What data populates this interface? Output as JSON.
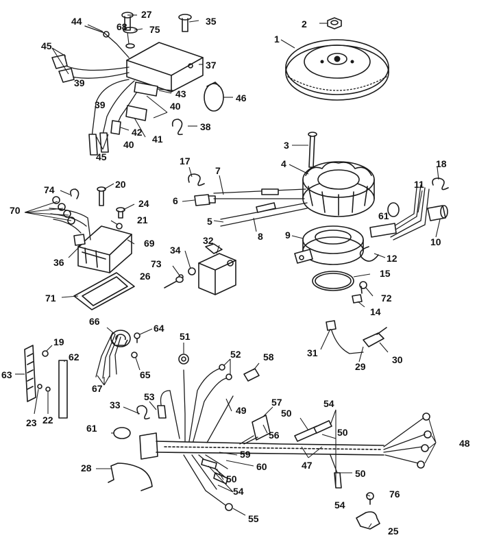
{
  "callouts": {
    "n1": "1",
    "n2": "2",
    "n3": "3",
    "n4": "4",
    "n5": "5",
    "n6": "6",
    "n7": "7",
    "n8": "8",
    "n9": "9",
    "n10": "10",
    "n11": "11",
    "n12": "12",
    "n14": "14",
    "n15": "15",
    "n17": "17",
    "n18": "18",
    "n19": "19",
    "n20": "20",
    "n21": "21",
    "n22": "22",
    "n23": "23",
    "n24": "24",
    "n25": "25",
    "n26": "26",
    "n27": "27",
    "n28": "28",
    "n29": "29",
    "n30": "30",
    "n31": "31",
    "n32": "32",
    "n33": "33",
    "n34": "34",
    "n35": "35",
    "n36": "36",
    "n37": "37",
    "n38": "38",
    "n39": "39",
    "n40": "40",
    "n41": "41",
    "n42": "42",
    "n43": "43",
    "n44": "44",
    "n45": "45",
    "n46": "46",
    "n47": "47",
    "n48": "48",
    "n49": "49",
    "n50": "50",
    "n51": "51",
    "n52": "52",
    "n53": "53",
    "n54": "54",
    "n55": "55",
    "n56": "56",
    "n57": "57",
    "n58": "58",
    "n59": "59",
    "n60": "60",
    "n61": "61",
    "n62": "62",
    "n63": "63",
    "n64": "64",
    "n65": "65",
    "n66": "66",
    "n67": "67",
    "n68": "68",
    "n69": "69",
    "n70": "70",
    "n71": "71",
    "n72": "72",
    "n73": "73",
    "n74": "74",
    "n75": "75",
    "n76": "76"
  },
  "colors": {
    "line": "#1a1a1a",
    "background": "#ffffff"
  }
}
